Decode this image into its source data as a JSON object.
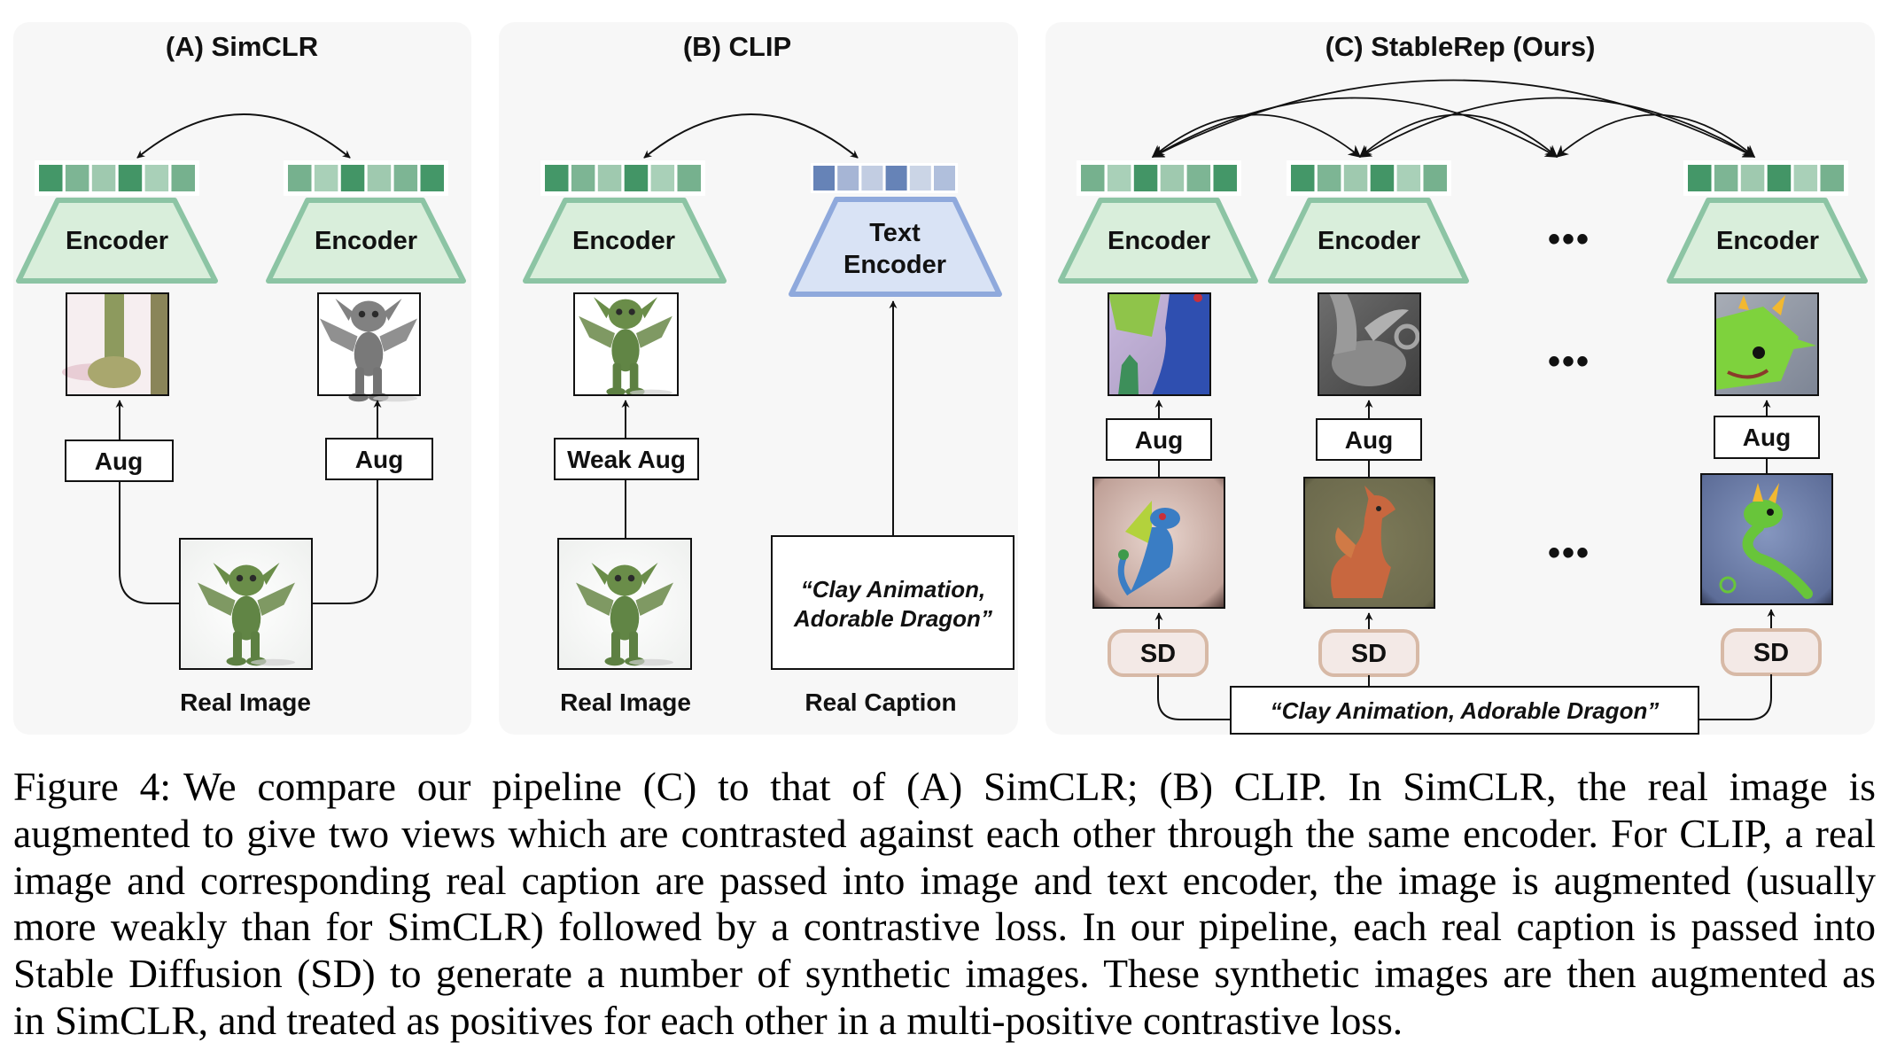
{
  "figure": {
    "panels": {
      "a": {
        "title": "(A) SimCLR",
        "encoder_left": "Encoder",
        "encoder_right": "Encoder",
        "aug_left": "Aug",
        "aug_right": "Aug",
        "input_label": "Real Image"
      },
      "b": {
        "title": "(B) CLIP",
        "image_encoder": "Encoder",
        "text_encoder_line1": "Text",
        "text_encoder_line2": "Encoder",
        "aug": "Weak Aug",
        "image_label": "Real Image",
        "caption_label": "Real Caption",
        "caption_text_line1": "“Clay Animation,",
        "caption_text_line2": "Adorable Dragon”"
      },
      "c": {
        "title": "(C) StableRep (Ours)",
        "encoders": [
          "Encoder",
          "Encoder",
          "Encoder"
        ],
        "augs": [
          "Aug",
          "Aug",
          "Aug"
        ],
        "generators": [
          "SD",
          "SD",
          "SD"
        ],
        "ellipsis": "•••",
        "prompt": "“Clay Animation, Adorable Dragon”"
      }
    },
    "colors": {
      "panel_bg": "#f7f7f7",
      "image_encoder_fill": "#d9eedb",
      "image_encoder_stroke": "#8cc4a4",
      "text_encoder_fill": "#d9e3f5",
      "text_encoder_stroke": "#8fa9dc",
      "sd_fill": "#f3e9e6",
      "sd_stroke": "#d7b9a6",
      "green_embeddings": [
        [
          "#449768",
          "#7db594",
          "#9fc9af",
          "#439566",
          "#a9d0b8",
          "#76b18e"
        ],
        [
          "#76b18e",
          "#a9d0b8",
          "#439566",
          "#9fc9af",
          "#7db594",
          "#449768"
        ],
        [
          "#449768",
          "#7db594",
          "#9fc9af",
          "#439566",
          "#a9d0b8",
          "#76b18e"
        ],
        [
          "#76b18e",
          "#a9d0b8",
          "#439566",
          "#9fc9af",
          "#7db594",
          "#449768"
        ],
        [
          "#449768",
          "#7db594",
          "#9fc9af",
          "#439566",
          "#a9d0b8",
          "#76b18e"
        ]
      ],
      "text_embedding": [
        "#6683b7",
        "#a6b5d5",
        "#c2cde2",
        "#6683b7",
        "#cbd5e6",
        "#b0bfdc"
      ]
    },
    "images": {
      "a_view_1": "augmented crop: green dragon foot (color)",
      "a_view_2": "augmented view: dragon (grayscale)",
      "a_source": "real image: green winged dragon",
      "b_view": "weakly augmented green winged dragon",
      "b_source": "real image: green winged dragon",
      "c_generated": [
        "blue clay dragon",
        "orange clay dragon",
        "green clay dragon"
      ],
      "c_views": [
        "crop of blue clay dragon",
        "grayscale orange clay dragon",
        "crop of green clay dragon"
      ]
    }
  },
  "caption": {
    "label": "Figure 4:",
    "lines": [
      "We compare our pipeline (C) to that of (A) SimCLR; (B) CLIP. In SimCLR, the real image is",
      "augmented to give two views which are contrasted against each other through the same encoder. For CLIP, a real",
      "image and corresponding real caption are passed into image and text encoder, the image is augmented (usually",
      "more weakly than for SimCLR) followed by a contrastive loss. In our pipeline, each real caption is passed into",
      "Stable Diffusion (SD) to generate a number of synthetic images. These synthetic images are then augmented as",
      "in SimCLR, and treated as positives for each other in a multi-positive contrastive loss."
    ]
  }
}
